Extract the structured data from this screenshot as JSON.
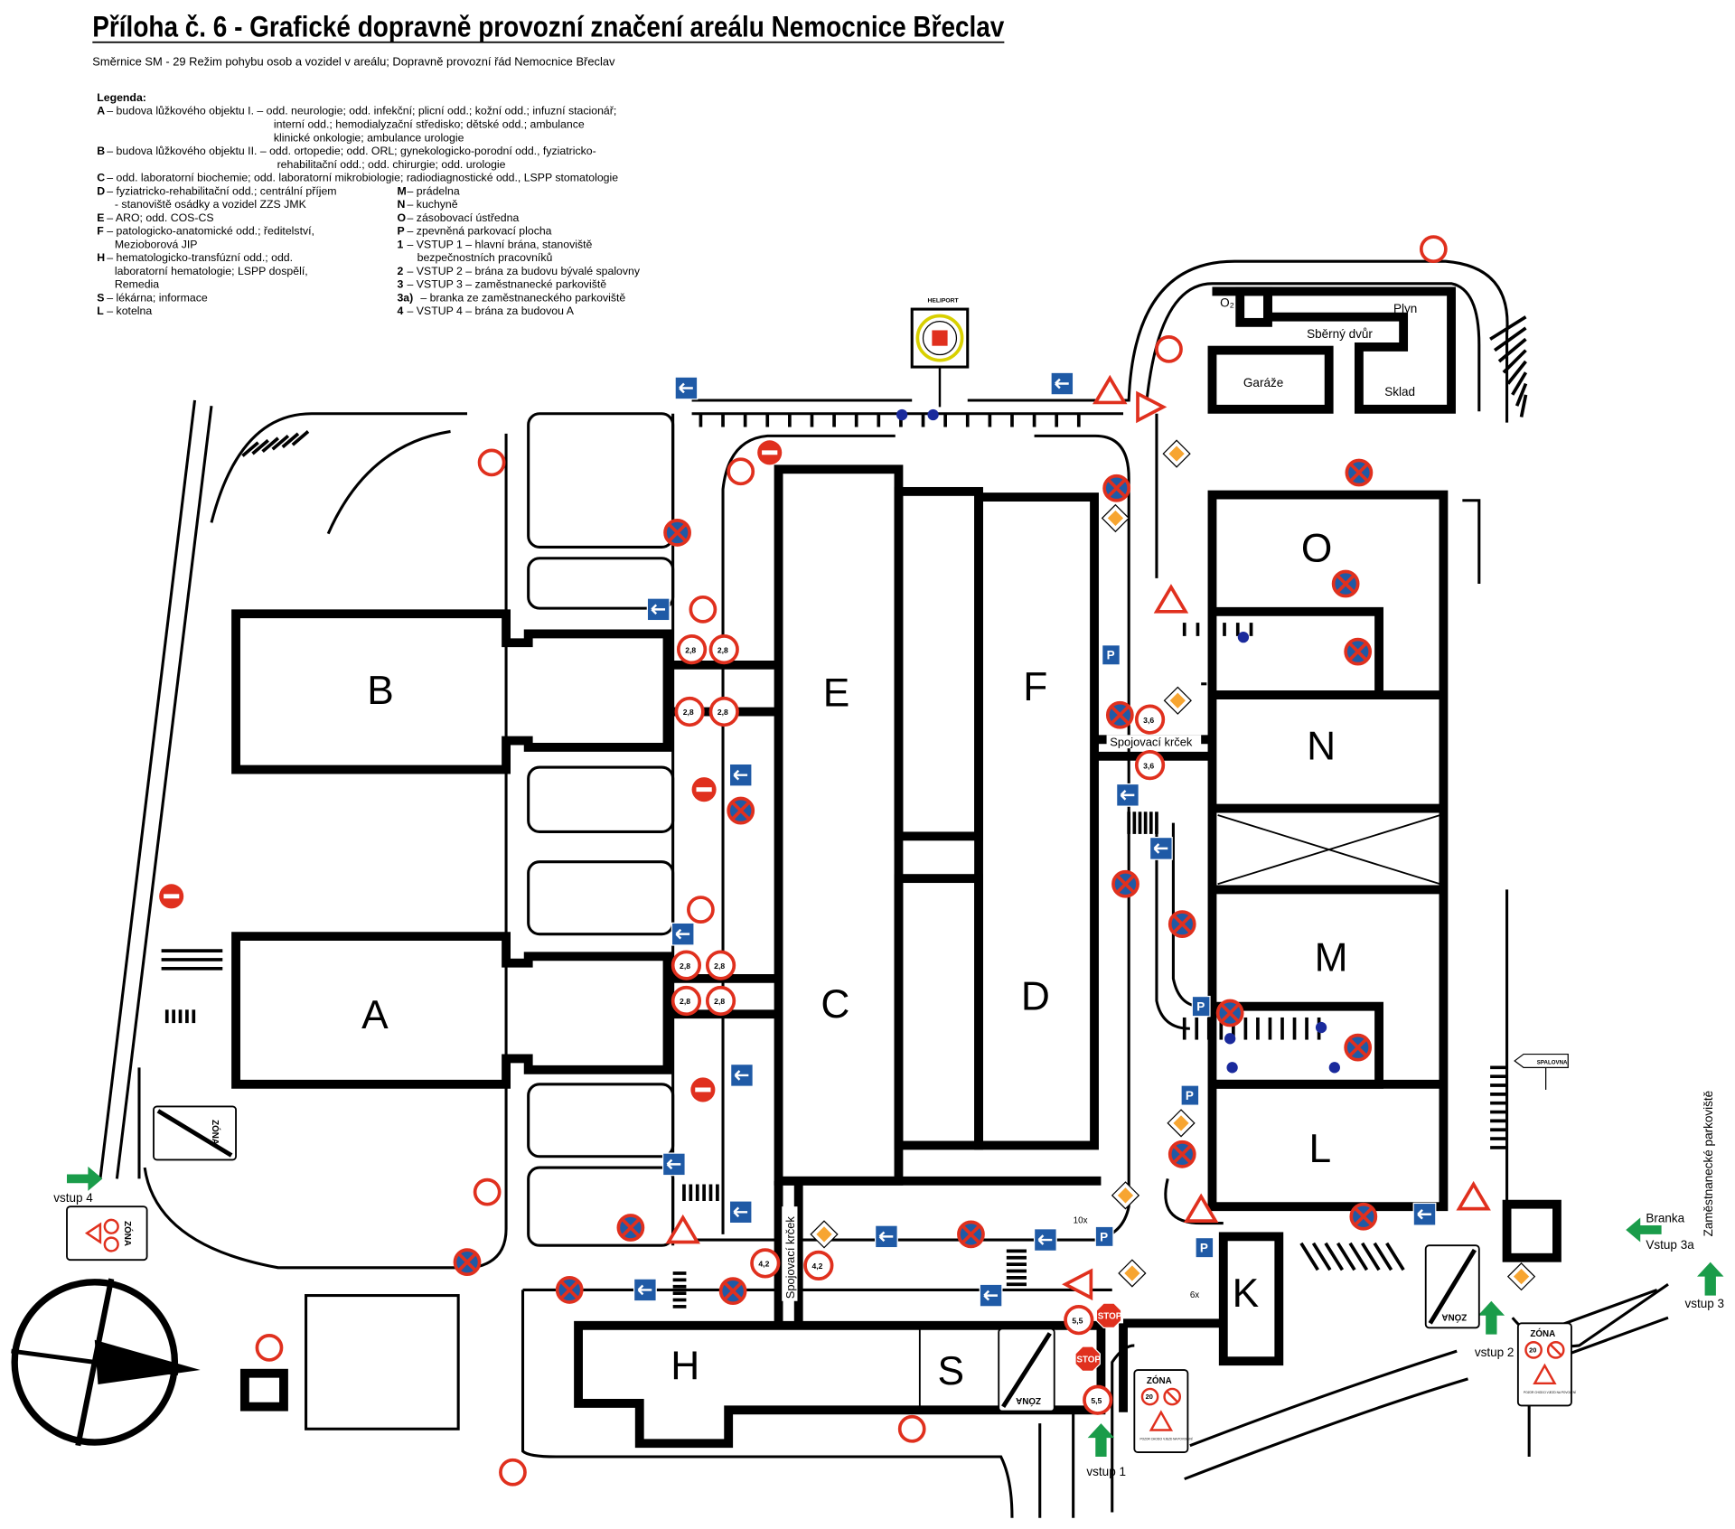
{
  "title": "Příloha č. 6 - Grafické dopravně provozní značení areálu Nemocnice Břeclav",
  "subtitle": "Směrnice SM - 29 Režim pohybu osob a vozidel v areálu; Dopravně provozní řád Nemocnice Břeclav",
  "legend": {
    "heading": "Legenda:",
    "left": [
      {
        "key": "A",
        "lines": [
          "– budova lůžkového objektu I. – odd. neurologie; odd. infekční; plicní odd.; kožní odd.; infuzní stacionář;",
          "interní odd.; hemodialyzační středisko; dětské odd.; ambulance",
          "klinické onkologie; ambulance urologie"
        ]
      },
      {
        "key": "B",
        "lines": [
          "– budova lůžkového objektu II. – odd. ortopedie; odd. ORL; gynekologicko-porodní odd., fyziatricko-",
          "rehabilitační odd.; odd. chirurgie; odd. urologie"
        ]
      },
      {
        "key": "C",
        "lines": [
          "– odd. laboratorní biochemie; odd. laboratorní mikrobiologie; radiodiagnostické odd., LSPP stomatologie"
        ]
      },
      {
        "key": "D",
        "lines": [
          "– fyziatricko-rehabilitační odd.; centrální příjem",
          "-  stanoviště osádky a vozidel ZZS JMK"
        ]
      },
      {
        "key": "E",
        "lines": [
          "– ARO; odd. COS-CS"
        ]
      },
      {
        "key": "F",
        "lines": [
          "– patologicko-anatomické odd.; ředitelství,",
          "Mezioborová JIP"
        ]
      },
      {
        "key": "H",
        "lines": [
          "– hematologicko-transfúzní odd.; odd.",
          "laboratorní hematologie; LSPP dospělí,",
          "Remedia"
        ]
      },
      {
        "key": "S",
        "lines": [
          "– lékárna; informace"
        ]
      },
      {
        "key": "L",
        "lines": [
          "– kotelna"
        ]
      }
    ],
    "right": [
      {
        "key": "M",
        "lines": [
          "– prádelna"
        ]
      },
      {
        "key": "N",
        "lines": [
          "– kuchyně"
        ]
      },
      {
        "key": "O",
        "lines": [
          "– zásobovací ústředna"
        ]
      },
      {
        "key": "P",
        "lines": [
          "– zpevněná parkovací plocha"
        ]
      },
      {
        "key": "1",
        "lines": [
          "– VSTUP 1 – hlavní brána, stanoviště",
          "bezpečnostních pracovníků"
        ]
      },
      {
        "key": "2",
        "lines": [
          "– VSTUP 2 – brána za budovu bývalé spalovny"
        ]
      },
      {
        "key": "3",
        "lines": [
          "– VSTUP 3 – zaměstnanecké parkoviště"
        ]
      },
      {
        "key": "3a)",
        "lines": [
          "– branka ze zaměstnaneckého parkoviště"
        ]
      },
      {
        "key": "4",
        "lines": [
          "– VSTUP 4 – brána za budovou A"
        ]
      }
    ]
  },
  "buildings": {
    "A": "A",
    "B": "B",
    "C": "C",
    "D": "D",
    "E": "E",
    "F": "F",
    "H": "H",
    "S": "S",
    "K": "K",
    "L": "L",
    "M": "M",
    "N": "N",
    "O": "O"
  },
  "yard": {
    "o2": "O₂",
    "plyn": "Plyn",
    "sberny": "Sběrný dvůr",
    "garaze": "Garáže",
    "sklad": "Sklad"
  },
  "labels": {
    "corridor_h": "Spojovací krček",
    "corridor_v": "Spojovací krček",
    "heliport": "HELIPORT",
    "spalovna": "SPALOVNA",
    "staff_parking": "Zaměstnanecké parkoviště",
    "branka": "Branka",
    "vstup3a": "Vstup 3a",
    "vstup1": "vstup 1",
    "vstup2": "vstup 2",
    "vstup3": "vstup 3",
    "vstup4": "vstup 4",
    "count6": "6x",
    "count10": "10x"
  },
  "signs": {
    "zona": "ZÓNA",
    "speed": "20",
    "zona_note": "POZOR CHODCI VJEZD NA POVOLENÍ",
    "stop": "STOP",
    "height_28": "2,8",
    "height_36": "3,6",
    "height_42": "4,2",
    "height_55": "5,5",
    "parking": "P"
  },
  "colors": {
    "sign_red": "#e0301e",
    "sign_blue": "#1f5aa6",
    "priority_orange": "#f7a531",
    "arrow_green": "#1a9c4a",
    "wall": "#000000"
  }
}
